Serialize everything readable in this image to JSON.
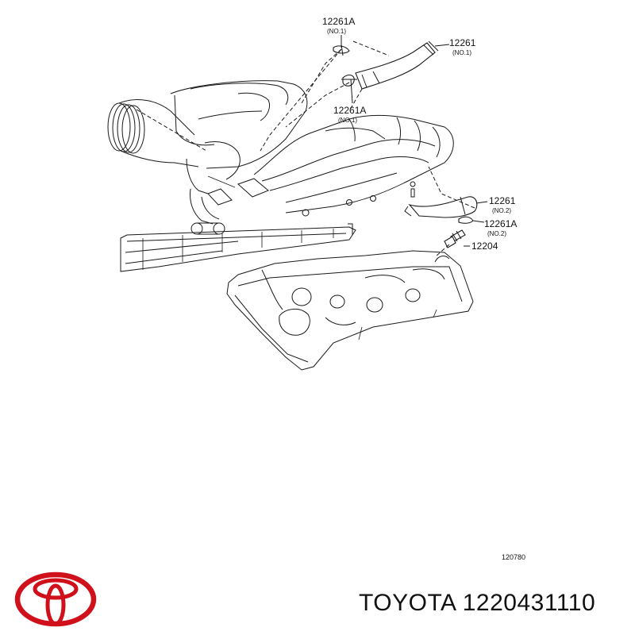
{
  "callouts": [
    {
      "code": "12261A",
      "note": "(NO.1)"
    },
    {
      "code": "12261",
      "note": "(NO.1)"
    },
    {
      "code": "12261A",
      "note": "(NO.1)"
    },
    {
      "code": "12261",
      "note": "(NO.2)"
    },
    {
      "code": "12261A",
      "note": "(NO.2)"
    },
    {
      "code": "12204",
      "note": ""
    }
  ],
  "figure_code": "120780",
  "brand_text": "TOYOTA 1220431110",
  "colors": {
    "logo": "#d0101a",
    "lines": "#1a1a1a"
  }
}
